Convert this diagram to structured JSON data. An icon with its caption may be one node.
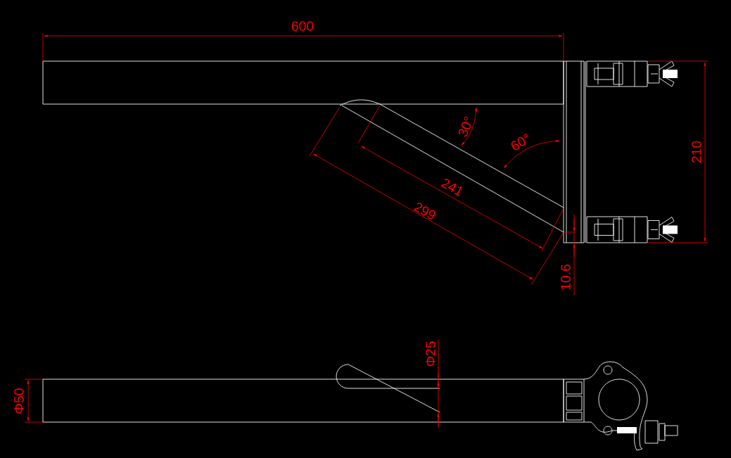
{
  "diagram": {
    "labels": [
      "600",
      "30°",
      "60°",
      "241",
      "299",
      "210",
      "10.6",
      "Φ25",
      "Φ50"
    ]
  }
}
